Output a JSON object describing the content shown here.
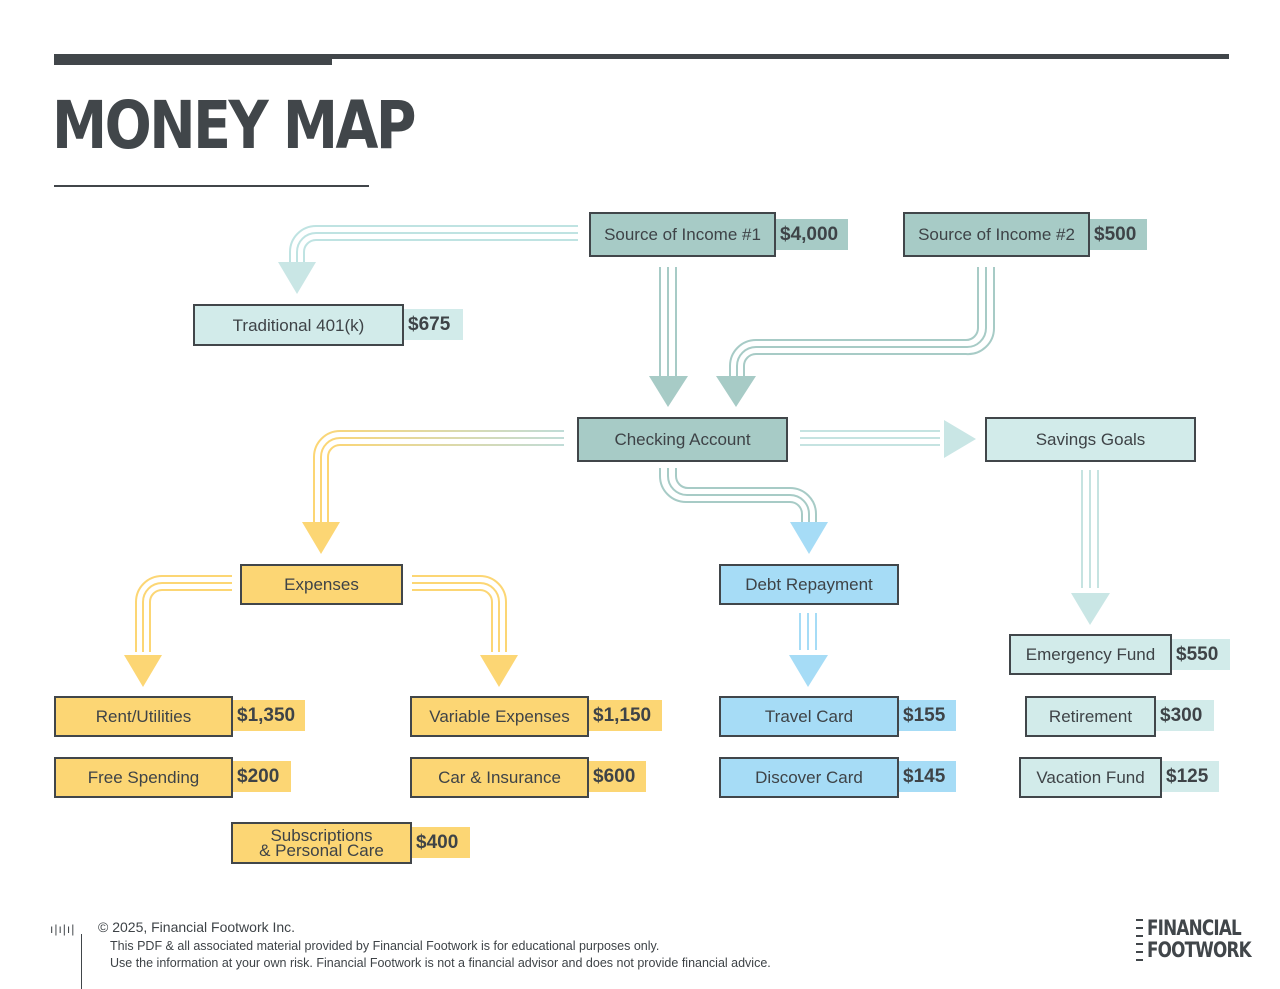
{
  "title": "MONEY MAP",
  "income1": {
    "label": "Source of Income #1",
    "amount": "$4,000"
  },
  "income2": {
    "label": "Source of Income #2",
    "amount": "$500"
  },
  "retirement401k": {
    "label": "Traditional 401(k)",
    "amount": "$675"
  },
  "checking": {
    "label": "Checking Account"
  },
  "savings": {
    "label": "Savings Goals"
  },
  "expenses": {
    "label": "Expenses"
  },
  "debt": {
    "label": "Debt Repayment"
  },
  "rent": {
    "label": "Rent/Utilities",
    "amount": "$1,350"
  },
  "variable": {
    "label": "Variable Expenses",
    "amount": "$1,150"
  },
  "free": {
    "label": "Free Spending",
    "amount": "$200"
  },
  "car": {
    "label": "Car & Insurance",
    "amount": "$600"
  },
  "subscriptions": {
    "line1": "Subscriptions",
    "line2": "& Personal Care",
    "amount": "$400"
  },
  "travel": {
    "label": "Travel Card",
    "amount": "$155"
  },
  "discover": {
    "label": "Discover Card",
    "amount": "$145"
  },
  "emergency": {
    "label": "Emergency Fund",
    "amount": "$550"
  },
  "retirement": {
    "label": "Retirement",
    "amount": "$300"
  },
  "vacation": {
    "label": "Vacation Fund",
    "amount": "$125"
  },
  "colors": {
    "teal": "#a7cbc6",
    "pale_teal": "#d2ebea",
    "yellow": "#fcd674",
    "blue": "#a6dcf6",
    "dark": "#41464a"
  },
  "footer": {
    "copyright": "© 2025, Financial Footwork Inc.",
    "line1": "This PDF & all associated material provided by Financial Footwork is for educational purposes only.",
    "line2": "Use the information at your own risk. Financial Footwork is not a financial advisor and does not provide financial advice.",
    "logo_line1": "FINANCIAL",
    "logo_line2": "FOOTWORK"
  }
}
